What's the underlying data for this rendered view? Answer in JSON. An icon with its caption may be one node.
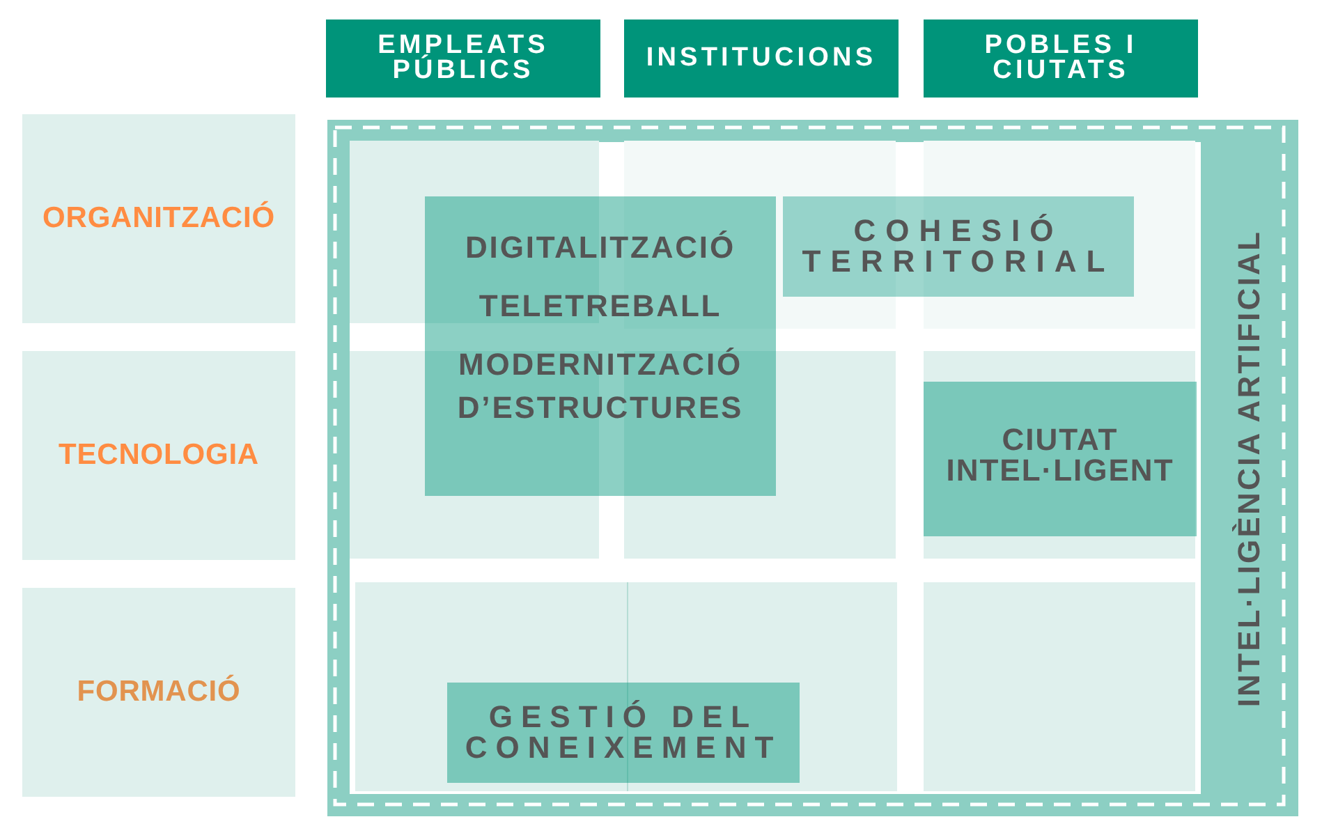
{
  "diagram": {
    "nodes": [
      {
        "text": [
          "EMPLEATS PÚBLICS"
        ]
      },
      {
        "text": [
          "INSTITUCIONS"
        ]
      },
      {
        "text": [
          "POBLES I CIUTATS"
        ]
      },
      {
        "text": [
          "ORGANITZACIÓ"
        ]
      },
      {
        "text": [
          "TECNOLOGIA"
        ]
      },
      {
        "text": [
          "FORMACIÓ"
        ]
      },
      {
        "text": [
          "INTEL·LIGÈNCIA ARTIFICIAL"
        ]
      },
      {
        "text": [],
        "shape": "box",
        "in": 6
      },
      {
        "text": [],
        "shape": "box",
        "in": 6
      },
      {
        "text": [],
        "shape": "box",
        "in": 6
      },
      {
        "text": [],
        "shape": "box",
        "in": 6
      },
      {
        "text": [],
        "shape": "box",
        "in": 6
      },
      {
        "text": [],
        "shape": "box",
        "in": 6
      },
      {
        "text": [],
        "shape": "box",
        "in": 6
      },
      {
        "text": [],
        "shape": "box",
        "in": 6
      },
      {
        "text": [],
        "shape": "box",
        "in": 6
      },
      {
        "text": [
          "DIGITALITZACIÓ",
          "TELETREBALL",
          "MODERNITZACIÓ D’ESTRUCTURES"
        ],
        "in": 6
      },
      {
        "text": [
          "COHESIÓ TERRITORIAL"
        ],
        "in": 6
      },
      {
        "text": [
          "CIUTAT INTEL·LIGENT"
        ],
        "in": 12
      },
      {
        "text": [
          "GESTIÓ DEL CONEIXEMENT"
        ],
        "in": 6
      }
    ]
  }
}
